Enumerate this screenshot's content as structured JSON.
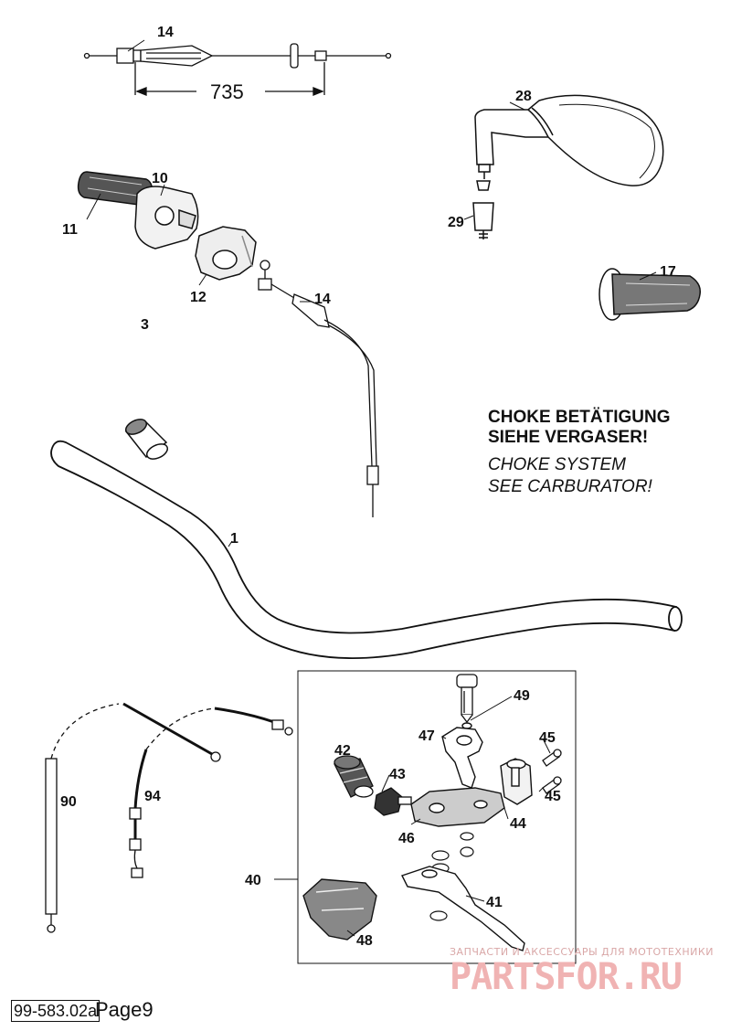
{
  "callouts": {
    "c14a": "14",
    "c735": "735",
    "c28": "28",
    "c10": "10",
    "c11": "11",
    "c29": "29",
    "c17": "17",
    "c12": "12",
    "c14b": "14",
    "c3": "3",
    "c1": "1",
    "c49": "49",
    "c47": "47",
    "c45a": "45",
    "c42": "42",
    "c43": "43",
    "c45b": "45",
    "c90": "90",
    "c94": "94",
    "c44": "44",
    "c46": "46",
    "c40": "40",
    "c41": "41",
    "c48": "48"
  },
  "notes": {
    "de_line1": "CHOKE BETÄTIGUNG",
    "de_line2": "SIEHE VERGASER!",
    "en_line1": "CHOKE SYSTEM",
    "en_line2": "SEE CARBURATOR!"
  },
  "watermark": {
    "tagline": "ЗАПЧАСТИ И АКСЕССУАРЫ ДЛЯ МОТОТЕХНИКИ",
    "site": "PARTSFOR.RU"
  },
  "footer": {
    "part_number": "99-583.02a",
    "page_label": "Page9"
  },
  "colors": {
    "line": "#111111",
    "watermark": "#f0b3b3"
  }
}
